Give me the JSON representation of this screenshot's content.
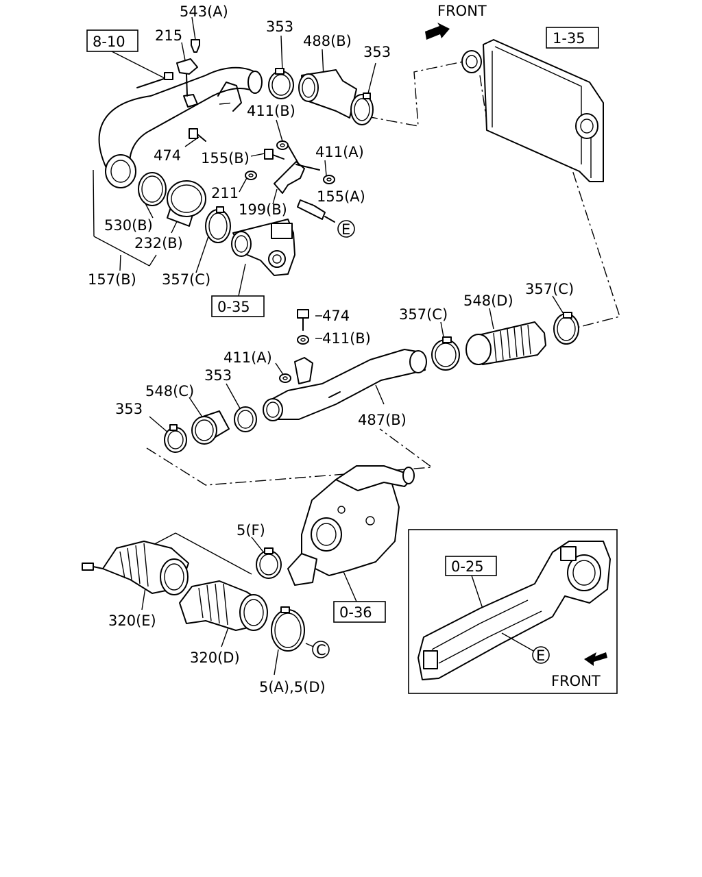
{
  "labels": {
    "l543a": "543(A)",
    "l215": "215",
    "l353a": "353",
    "l488b": "488(B)",
    "l353b": "353",
    "l411b1": "411(B)",
    "l474a": "474",
    "l155b": "155(B)",
    "l411a1": "411(A)",
    "l211": "211",
    "l199b": "199(B)",
    "l155a": "155(A)",
    "l530b": "530(B)",
    "l232b": "232(B)",
    "l157b": "157(B)",
    "l357c1": "357(C)",
    "l474b": "474",
    "l411b2": "411(B)",
    "l357c2": "357(C)",
    "l548d": "548(D)",
    "l357c3": "357(C)",
    "l411a2": "411(A)",
    "l353c": "353",
    "l548c": "548(C)",
    "l353d": "353",
    "l487b": "487(B)",
    "l5f": "5(F)",
    "l320e": "320(E)",
    "l320d": "320(D)",
    "l5ad": "5(A),5(D)"
  },
  "refs": {
    "r810": "8-10",
    "r135": "1-35",
    "r035": "0-35",
    "r036": "0-36",
    "r025": "0-25"
  },
  "markers": {
    "e1": "E",
    "e2": "E",
    "c1": "C"
  },
  "front": {
    "top": "FRONT",
    "inset": "FRONT"
  },
  "icons": {
    "front_arrow": "front-arrow-icon"
  }
}
